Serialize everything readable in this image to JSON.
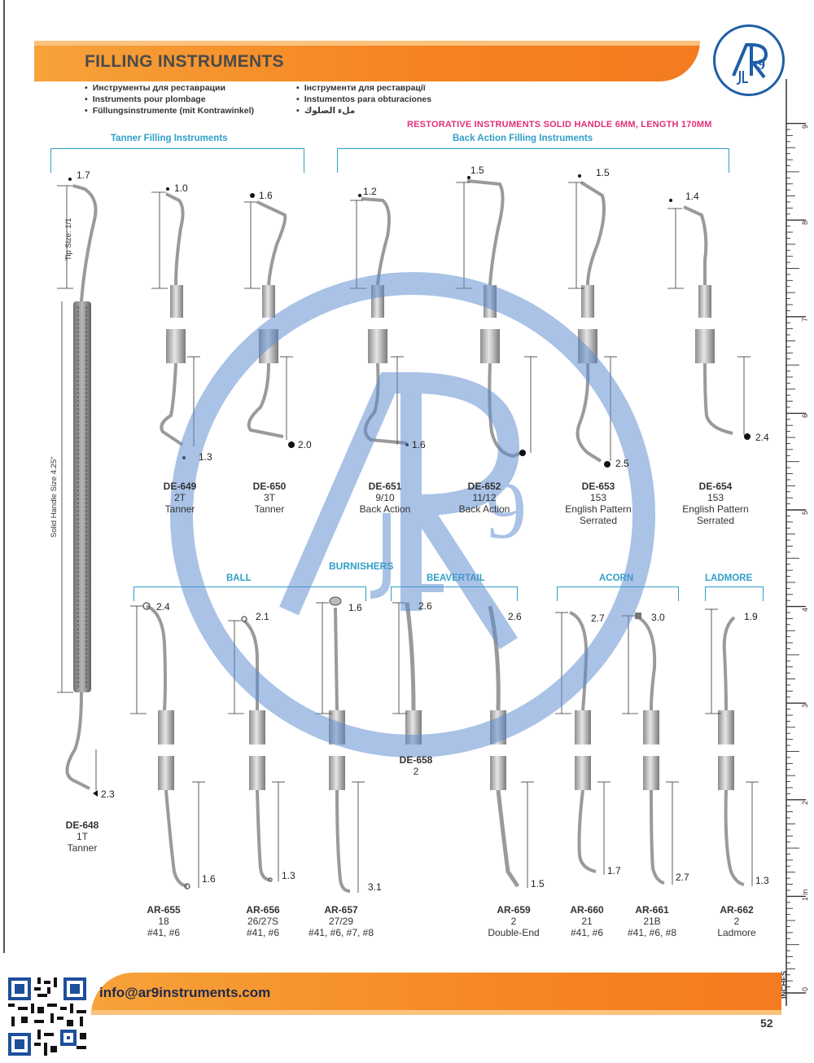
{
  "header": {
    "title": "FILLING INSTRUMENTS",
    "languages_col1": [
      "Инструменты для реставрации",
      "Instruments pour plombage",
      "Füllungsinstrumente (mit Kontrawinkel)"
    ],
    "languages_col2": [
      "Інструменти для реставрації",
      "Instumentos para obturaciones",
      "ملء الصلوك"
    ],
    "spec": "RESTORATIVE INSTRUMENTS SOLID HANDLE 6MM, LENGTH 170MM"
  },
  "logo": {
    "text": "AR9"
  },
  "groups": {
    "tanner": "Tanner Filling Instruments",
    "back_action": "Back Action Filling Instruments",
    "burnishers": "BURNISHERS",
    "ball": "BALL",
    "beavertail": "BEAVERTAIL",
    "acorn": "ACORN",
    "ladmore": "LADMORE"
  },
  "handle_labels": {
    "tip_size": "Tip Size: 1/1",
    "handle_size": "Solid Handle Size 4.25\""
  },
  "top_instruments": [
    {
      "code": "DE-649",
      "line2": "2T",
      "line3": "Tanner",
      "top_size": "1.0",
      "bottom_size": "1.3"
    },
    {
      "code": "DE-650",
      "line2": "3T",
      "line3": "Tanner",
      "top_size": "1.6",
      "bottom_size": "2.0"
    },
    {
      "code": "DE-651",
      "line2": "9/10",
      "line3": "Back Action",
      "top_size": "1.2",
      "bottom_size": "1.6"
    },
    {
      "code": "DE-652",
      "line2": "11/12",
      "line3": "Back Action",
      "top_size": "1.5",
      "bottom_size": ""
    },
    {
      "code": "DE-653",
      "line2": "153",
      "line3": "English Pattern",
      "line4": "Serrated",
      "top_size": "1.5",
      "bottom_size": "2.5"
    },
    {
      "code": "DE-654",
      "line2": "153",
      "line3": "English Pattern",
      "line4": "Serrated",
      "top_size": "1.4",
      "bottom_size": "2.4"
    }
  ],
  "long_instrument": {
    "code": "DE-648",
    "line2": "1T",
    "line3": "Tanner",
    "top_size": "1.7",
    "bottom_size": "2.3"
  },
  "bottom_instruments": [
    {
      "code": "AR-655",
      "line2": "18",
      "line3": "#41, #6",
      "top_size": "2.4",
      "bottom_size": "1.6"
    },
    {
      "code": "AR-656",
      "line2": "26/27S",
      "line3": "#41, #6",
      "top_size": "2.1",
      "bottom_size": "1.3"
    },
    {
      "code": "AR-657",
      "line2": "27/29",
      "line3": "#41, #6, #7, #8",
      "top_size": "1.6",
      "bottom_size": "3.1"
    },
    {
      "code": "DE-658",
      "line2": "2",
      "line3": "",
      "top_size": "2.6",
      "bottom_size": ""
    },
    {
      "code": "AR-659",
      "line2": "2",
      "line3": "Double-End",
      "top_size": "2.6",
      "bottom_size": "1.5"
    },
    {
      "code": "AR-660",
      "line2": "21",
      "line3": "#41, #6",
      "top_size": "2.7",
      "bottom_size": "1.7"
    },
    {
      "code": "AR-661",
      "line2": "21B",
      "line3": "#41, #6, #8",
      "top_size": "3.0",
      "bottom_size": "2.7"
    },
    {
      "code": "AR-662",
      "line2": "2",
      "line3": "Ladmore",
      "top_size": "1.9",
      "bottom_size": "1.3"
    }
  ],
  "ruler": {
    "unit": "INCHES",
    "numbers": [
      "0",
      "1 in",
      "2",
      "3",
      "4",
      "5",
      "6",
      "7",
      "8",
      "9"
    ]
  },
  "footer": {
    "email": "info@ar9instruments.com",
    "page_number": "52"
  },
  "colors": {
    "orange": "#f58220",
    "blue_accent": "#2fa0c8",
    "magenta": "#e0317a",
    "logo_blue": "#1f5ea8"
  }
}
